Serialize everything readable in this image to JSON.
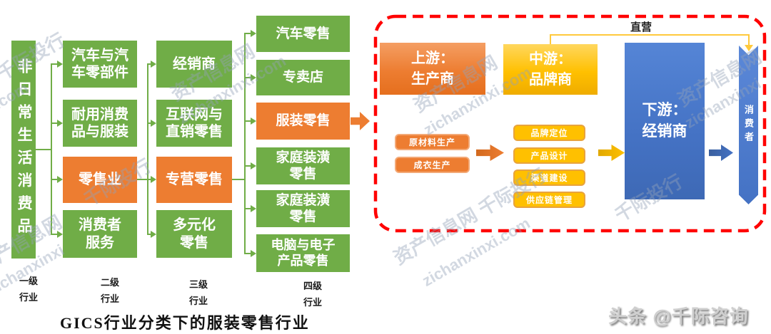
{
  "caption": {
    "text": "GICS行业分类下的服装零售行业"
  },
  "footer": {
    "text": "头条 @千际咨询"
  },
  "gics": {
    "level1": "非日常生活消费品",
    "levels": [
      "一级\n行业",
      "二级\n行业",
      "三级\n行业",
      "四级\n行业"
    ],
    "col2": [
      "汽车与汽\n车零部件",
      "耐用消费\n品与服装",
      "零售业",
      "消费者\n服务"
    ],
    "col3": [
      "经销商",
      "互联网与\n直销零售",
      "专营零售",
      "多元化\n零售"
    ],
    "col4": [
      "汽车零售",
      "专卖店",
      "服装零售",
      "家庭装潢\n零售",
      "家庭装潢\n零售",
      "电脑与电子\n产品零售"
    ]
  },
  "supply_chain": {
    "direct_label": "直营",
    "upstream_title": "上游：\n生产商",
    "midstream_title": "中游：\n品牌商",
    "downstream_title": "下游：\n经销商",
    "consumer_title": "消费者",
    "upstream_items": [
      "原材料生产",
      "成衣生产"
    ],
    "midstream_items": [
      "品牌定位",
      "产品设计",
      "渠道建设",
      "供应链管理"
    ]
  },
  "watermarks": [
    "网 千际投行",
    "xi.com",
    "资产信息网",
    "zichanxinxi.com",
    "千际投行",
    "资产信息网",
    "zichanxinxi",
    "资产信息网",
    "zichanxinxi.com",
    "资产信息网",
    "zichanxinxi",
    "资产信息网 千际投行",
    "zichanxinxi.com",
    "千际投行"
  ],
  "colors": {
    "green": "#70AD47",
    "orange": "#ED7D31",
    "gold": "#FFC000",
    "blue": "#4472C4",
    "dashed_border": "#FF0000"
  }
}
